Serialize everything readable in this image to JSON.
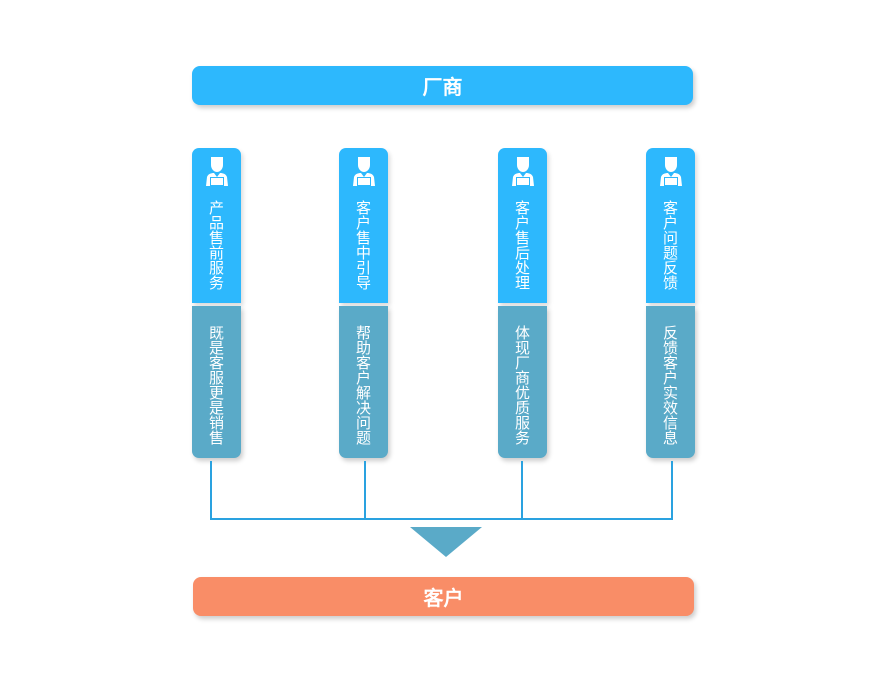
{
  "header": {
    "title": "厂商"
  },
  "footer": {
    "title": "客户"
  },
  "columns": [
    {
      "role": "产品售前服务",
      "desc": "既是客服更是销售"
    },
    {
      "role": "客户售中引导",
      "desc": "帮助客户解决问题"
    },
    {
      "role": "客户售后处理",
      "desc": "体现厂商优质服务"
    },
    {
      "role": "客户问题反馈",
      "desc": "反馈客户实效信息"
    }
  ],
  "colors": {
    "primary": "#2db8fd",
    "secondary": "#5aaac8",
    "accent": "#f98d67",
    "line": "#2aa2e0"
  }
}
